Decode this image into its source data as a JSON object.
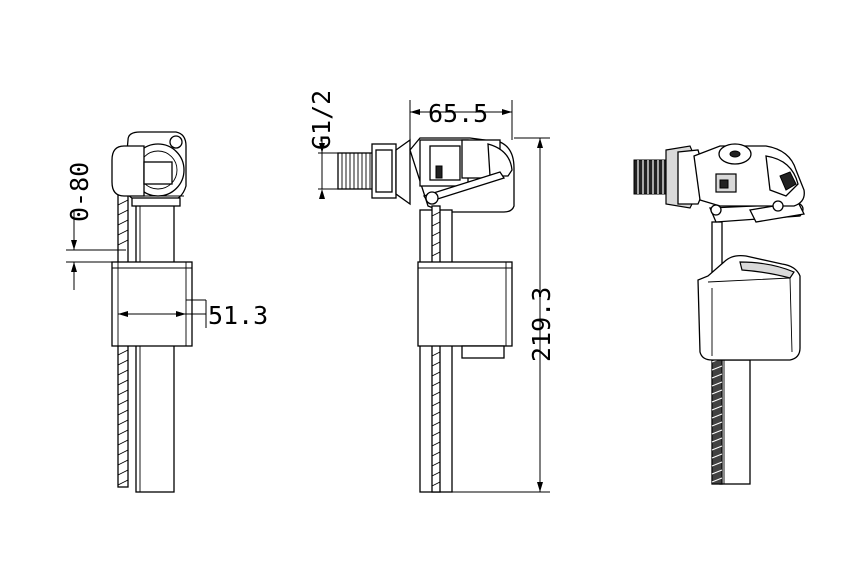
{
  "dimensions": {
    "adjust_range": "0-80",
    "float_width": "51.3",
    "thread": "G1/2",
    "body_depth": "65.5",
    "total_height": "219.3"
  }
}
